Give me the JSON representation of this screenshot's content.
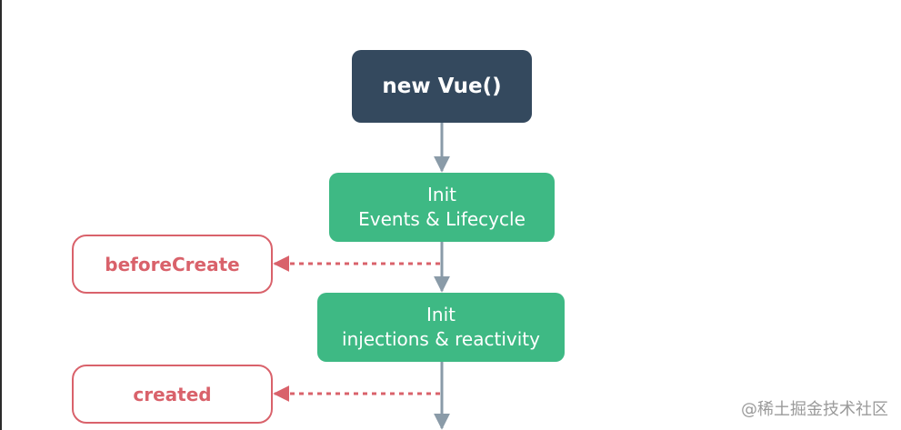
{
  "diagram": {
    "start": {
      "label": "new Vue()"
    },
    "steps": [
      {
        "line1": "Init",
        "line2": "Events & Lifecycle"
      },
      {
        "line1": "Init",
        "line2": "injections & reactivity"
      }
    ],
    "hooks": [
      {
        "label": "beforeCreate"
      },
      {
        "label": "created"
      }
    ]
  },
  "colors": {
    "start_fill": "#34495e",
    "step_fill": "#3eb984",
    "hook_stroke": "#d9626b",
    "arrow": "#8a9ba8"
  },
  "watermark": {
    "text": "@稀土掘金技术社区"
  }
}
